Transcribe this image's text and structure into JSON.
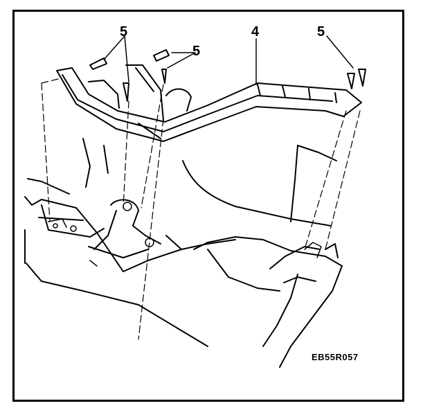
{
  "diagram": {
    "callouts": [
      {
        "id": "c1",
        "label": "5"
      },
      {
        "id": "c2",
        "label": "4"
      },
      {
        "id": "c3",
        "label": "5"
      },
      {
        "id": "c4",
        "label": "5"
      }
    ],
    "figure_code": "EB55R057",
    "colors": {
      "line": "#000000",
      "background": "#ffffff"
    }
  }
}
